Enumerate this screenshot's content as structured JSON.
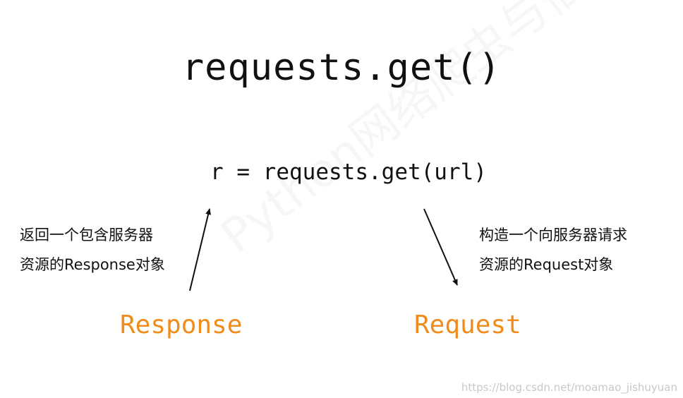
{
  "title": "requests.get()",
  "code_line": "r = requests.get(url)",
  "left": {
    "desc_line1": "返回一个包含服务器",
    "desc_line2": "资源的Response对象",
    "object_label": "Response"
  },
  "right": {
    "desc_line1": "构造一个向服务器请求",
    "desc_line2": "资源的Request对象",
    "object_label": "Request"
  },
  "watermark_text": "Python网络爬虫与信息提取",
  "source_url": "https://blog.csdn.net/moamao_jishuyuan",
  "colors": {
    "accent": "#f08c1c",
    "text": "#111111"
  }
}
